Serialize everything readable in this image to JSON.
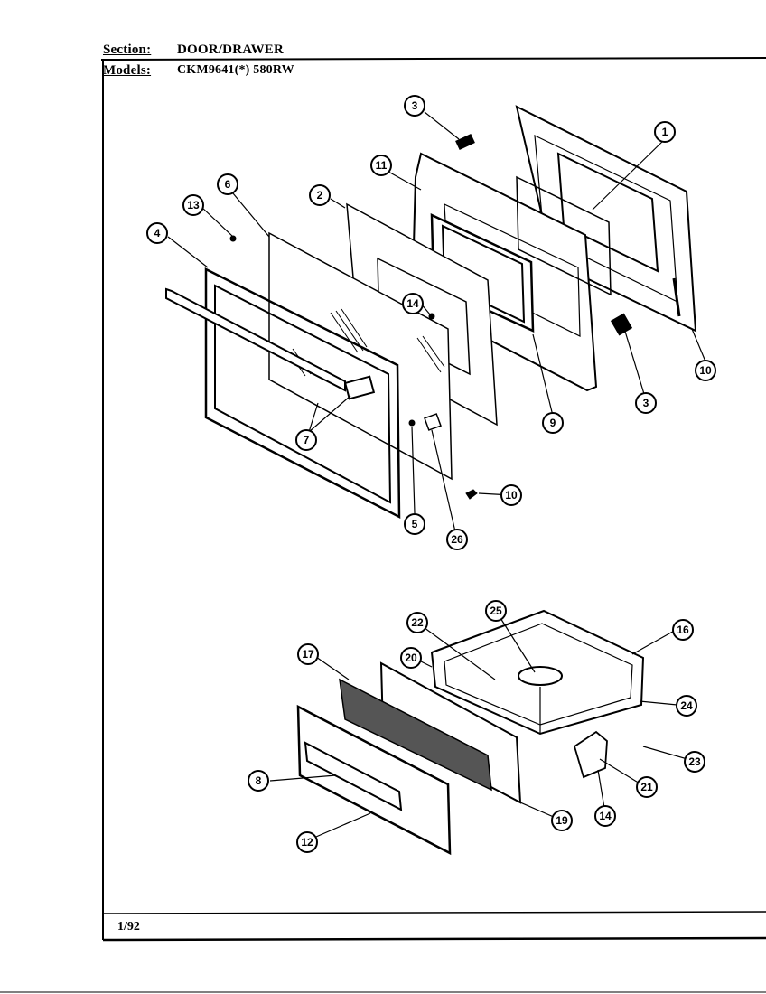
{
  "header": {
    "section_label": "Section:",
    "section_value": "DOOR/DRAWER",
    "models_label": "Models:",
    "models_value": "CKM9641(*) 580RW"
  },
  "footer": {
    "date": "1/92"
  },
  "callouts": {
    "c1": "1",
    "c2": "2",
    "c3a": "3",
    "c3b": "3",
    "c4": "4",
    "c5": "5",
    "c6": "6",
    "c7": "7",
    "c8": "8",
    "c9": "9",
    "c10a": "10",
    "c10b": "10",
    "c11": "11",
    "c12": "12",
    "c13": "13",
    "c14a": "14",
    "c14b": "14",
    "c16": "16",
    "c17": "17",
    "c19": "19",
    "c20": "20",
    "c21": "21",
    "c22": "22",
    "c23": "23",
    "c24": "24",
    "c25": "25",
    "c26": "26"
  }
}
